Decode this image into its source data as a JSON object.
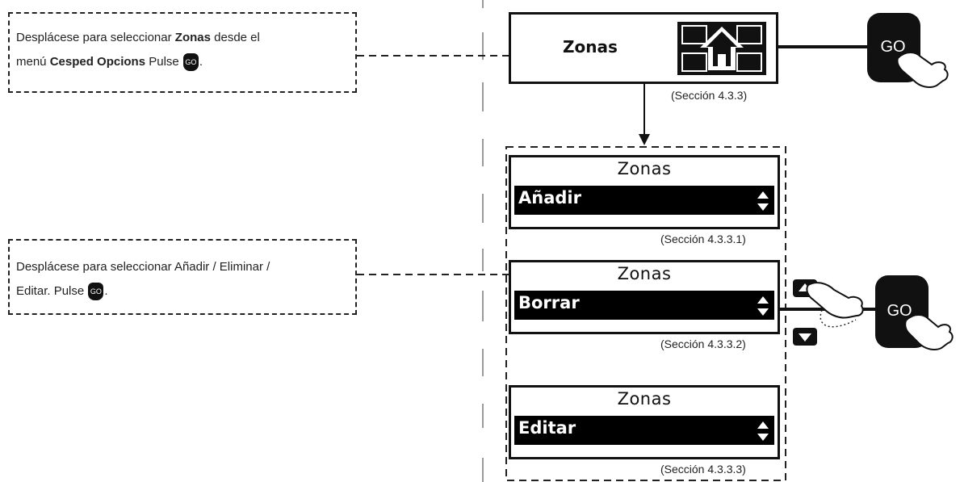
{
  "instructions": {
    "first": {
      "part1": "Desplácese para seleccionar ",
      "bold1": "Zonas",
      "part2": " desde el",
      "part3": "menú ",
      "bold2": "Cesped Opcions",
      "part4": " Pulse ",
      "go": "GO",
      "end": "."
    },
    "second": {
      "line1": "Desplácese para seleccionar Añadir / Eliminar /",
      "line2a": "Editar. Pulse ",
      "go": "GO",
      "end": "."
    }
  },
  "main_menu": {
    "label": "Zonas",
    "caption": "(Sección 4.3.3)",
    "icon": "home-zones-icon"
  },
  "go_button": {
    "label": "GO"
  },
  "screens": [
    {
      "title": "Zonas",
      "option": "Añadir",
      "caption": "(Sección 4.3.3.1)"
    },
    {
      "title": "Zonas",
      "option": "Borrar",
      "caption": "(Sección 4.3.3.2)"
    },
    {
      "title": "Zonas",
      "option": "Editar",
      "caption": "(Sección 4.3.3.3)"
    }
  ],
  "colors": {
    "ink": "#111111",
    "guide": "#9a9a9a"
  }
}
